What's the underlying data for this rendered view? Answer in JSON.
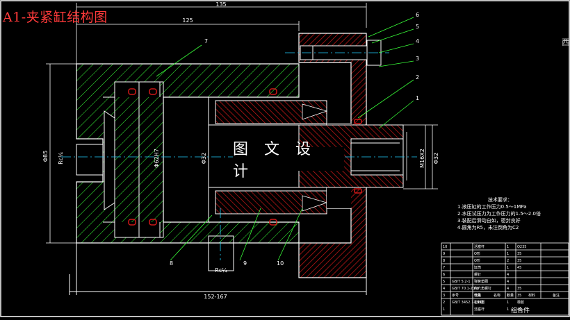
{
  "title": "A1-夹紧缸结构图",
  "watermark": "图 文 设 计",
  "dimensions": {
    "overall_length": "135",
    "inner_length": "125",
    "bottom_length": "152-167",
    "outer_diameter": "Φ85",
    "port_left": "Rc¼",
    "piston_diameter": "Φ62H7",
    "rod_diameter": "Φ32",
    "thread": "M16X2",
    "rod_end_diameter": "Φ32",
    "port_bottom": "Rc¼"
  },
  "part_labels": [
    "1",
    "2",
    "3",
    "4",
    "5",
    "6",
    "7",
    "8",
    "9",
    "10"
  ],
  "tech_notes": {
    "heading": "技术要求：",
    "items": [
      "1.液压缸的工作压力0.5～1MPa",
      "2.水压试压力为工作压力的1.5～2.0倍",
      "3.装配后滑动自如，密封良好",
      "4.圆角为R5，未注倒角为C2"
    ]
  },
  "edge_char": "西",
  "title_block": {
    "footer": "组合件",
    "rows": [
      [
        "10",
        "",
        "活塞杆",
        "1",
        "Q235"
      ],
      [
        "9",
        "",
        "O形",
        "1",
        "35"
      ],
      [
        "8",
        "",
        "O形",
        "2",
        "35"
      ],
      [
        "7",
        "",
        "缸筒",
        "1",
        "45"
      ],
      [
        "6",
        "",
        "螺钉",
        "4",
        ""
      ],
      [
        "5",
        "GB/T 5.2-1",
        "弹簧垫圈",
        "4",
        ""
      ],
      [
        "4",
        "GB/T 70.1-2000",
        "内六角螺钉",
        "4",
        "35"
      ],
      [
        "3",
        "",
        "端盖",
        "1",
        "35"
      ],
      [
        "2",
        "GB/T 3452.1-1992",
        "密封圈",
        "1",
        "橡胶"
      ],
      [
        "1",
        "",
        "活塞杆",
        "1",
        "45"
      ]
    ],
    "header": [
      "序号",
      "代号",
      "名称",
      "数量",
      "材料",
      "备注"
    ]
  },
  "colors": {
    "outline": "#ffffff",
    "hatch": "#39ff39",
    "red": "#d01818",
    "dim": "#ffffff",
    "center": "#1fd1ff",
    "orange": "#e07a00"
  }
}
